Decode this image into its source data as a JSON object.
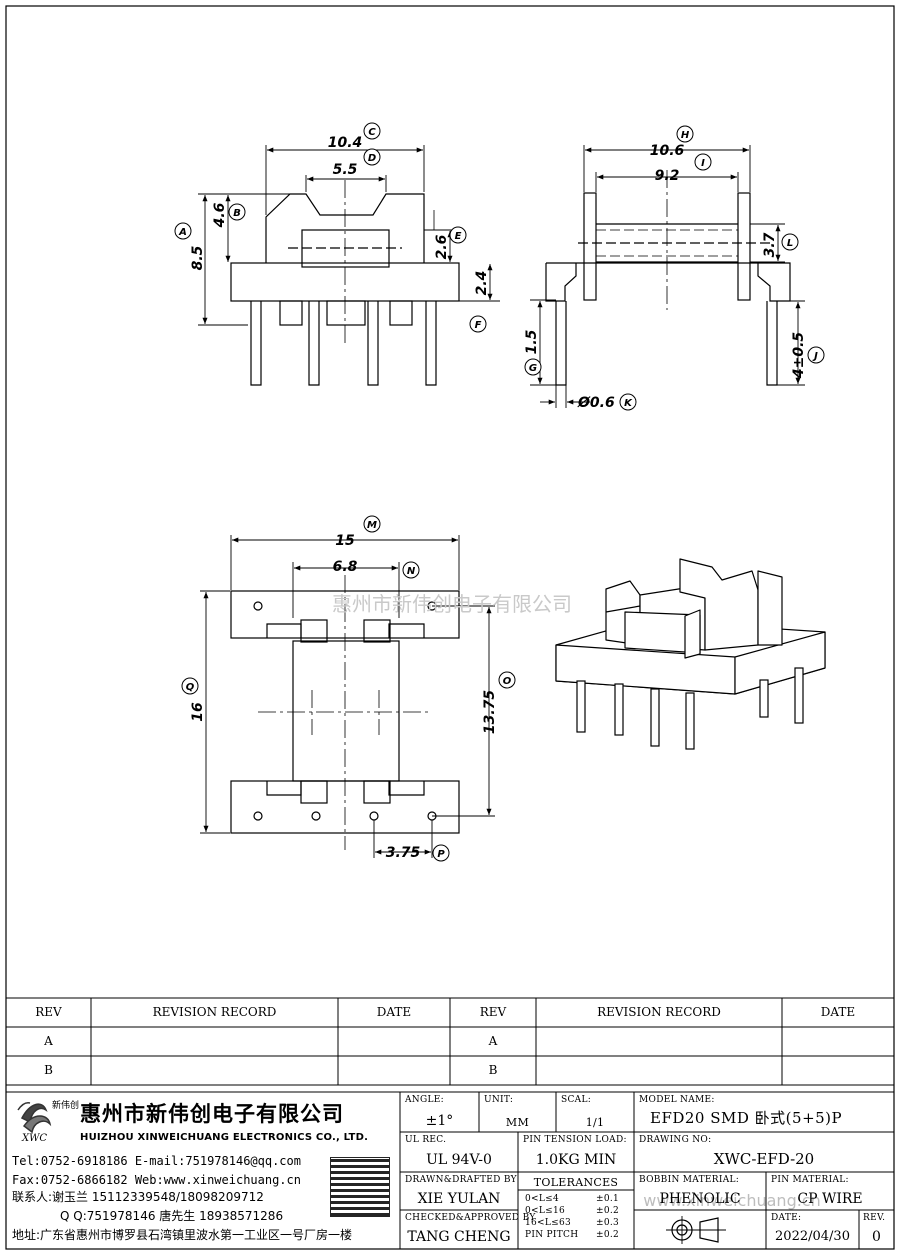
{
  "dimensions": {
    "top_left": {
      "c": "10.4",
      "d": "5.5",
      "b": "4.6",
      "a": "8.5",
      "e": "2.6",
      "f": "2.4"
    },
    "top_right": {
      "h": "10.6",
      "i": "9.2",
      "l": "3.7",
      "g": "1.5",
      "j": "4±0.5",
      "k": "Ø0.6"
    },
    "bottom_left": {
      "m": "15",
      "n": "6.8",
      "q": "16",
      "o": "13.75",
      "p": "3.75"
    }
  },
  "callouts": [
    "A",
    "B",
    "C",
    "D",
    "E",
    "F",
    "G",
    "H",
    "I",
    "J",
    "K",
    "L",
    "M",
    "N",
    "O",
    "P",
    "Q"
  ],
  "watermarks": {
    "center": "惠州市新伟创电子有限公司",
    "footer": "www.xinweichuang.cn"
  },
  "revision_table": {
    "headers": [
      "REV",
      "REVISION RECORD",
      "DATE",
      "REV",
      "REVISION RECORD",
      "DATE"
    ],
    "rows": [
      [
        "A",
        "",
        "",
        "A",
        "",
        ""
      ],
      [
        "B",
        "",
        "",
        "B",
        "",
        ""
      ]
    ]
  },
  "company": {
    "logo_name": "新伟创",
    "logo_abbr": "XWC",
    "name_cn": "惠州市新伟创电子有限公司",
    "name_en": "HUIZHOU XINWEICHUANG ELECTRONICS CO., LTD.",
    "tel_line": "Tel:0752-6918186 E-mail:751978146@qq.com",
    "fax_line": "Fax:0752-6866182 Web:www.xinweichuang.cn",
    "contact_line": "联系人:谢玉兰 15112339548/18098209712",
    "qq_line": "Q Q:751978146    唐先生 18938571286",
    "address_line": "地址:广东省惠州市博罗县石湾镇里波水第一工业区一号厂房一楼"
  },
  "title_block": {
    "angle_label": "ANGLE:",
    "angle_value": "±1°",
    "unit_label": "UNIT:",
    "unit_value": "MM",
    "scale_label": "SCAL:",
    "scale_value": "1/1",
    "model_label": "MODEL NAME:",
    "model_value": "EFD20 SMD 卧式(5+5)P",
    "ul_label": "UL REC.",
    "ul_value": "UL 94V-0",
    "pin_tension_label": "PIN TENSION LOAD:",
    "pin_tension_value": "1.0KG MIN",
    "drawing_no_label": "DRAWING NO:",
    "drawing_no_value": "XWC-EFD-20",
    "drawn_label": "DRAWN&DRAFTED BY",
    "drawn_value": "XIE YULAN",
    "tolerances_label": "TOLERANCES",
    "tolerances": [
      {
        "range": "0<L≤4",
        "tol": "±0.1"
      },
      {
        "range": "0<L≤16",
        "tol": "±0.2"
      },
      {
        "range": "16<L≤63",
        "tol": "±0.3"
      },
      {
        "range": "PIN PITCH",
        "tol": "±0.2"
      }
    ],
    "bobbin_label": "BOBBIN MATERIAL:",
    "bobbin_value": "PHENOLIC",
    "pin_material_label": "PIN MATERIAL:",
    "pin_material_value": "CP WIRE",
    "checked_label": "CHECKED&APPROVED BY",
    "checked_value": "TANG CHENG",
    "date_label": "DATE:",
    "date_value": "2022/04/30",
    "rev_label": "REV.",
    "rev_value": "0"
  }
}
